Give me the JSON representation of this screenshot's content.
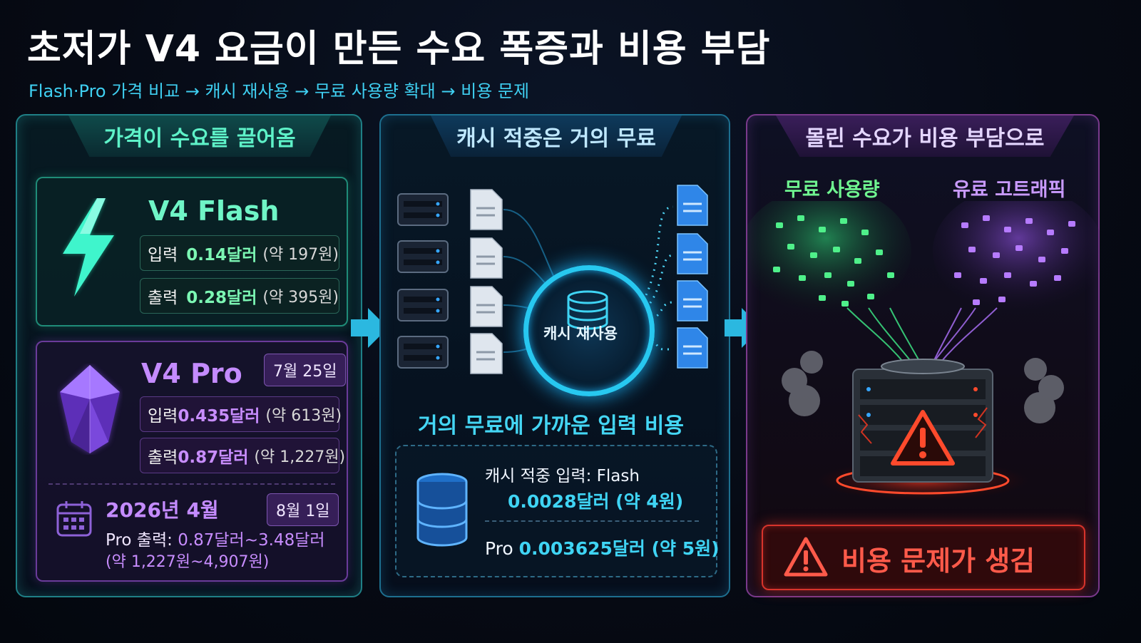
{
  "title": "초저가 V4 요금이 만든 수요 폭증과 비용 부담",
  "subtitle": "Flash·Pro 가격 비교 → 캐시 재사용 → 무료 사용량 확대 → 비용 문제",
  "panel1": {
    "header": "가격이 수요를 끌어옴",
    "flash": {
      "title": "V4 Flash",
      "input_label": "입력",
      "input_price": "0.14달러",
      "input_krw": "(약 197원)",
      "output_label": "출력",
      "output_price": "0.28달러",
      "output_krw": "(약 395원)"
    },
    "pro": {
      "title": "V4 Pro",
      "date1": "7월 25일",
      "input_label": "입력",
      "input_price": "0.435달러",
      "input_krw": "(약 613원)",
      "output_label": "출력",
      "output_price": "0.87달러",
      "output_krw": "(약 1,227원)",
      "date2_label": "2026년 4월",
      "date2": "8월 1일",
      "range_label": "Pro 출력:",
      "range_value": "0.87달러~3.48달러",
      "range_krw": "(약 1,227원~4,907원)"
    }
  },
  "panel2": {
    "header": "캐시 적중은 거의 무료",
    "cache_label": "캐시 재사용",
    "tagline": "거의 무료에 가까운 입력 비용",
    "hit_title": "캐시 적중 입력: Flash",
    "hit_flash": "0.0028달러 (약 4원)",
    "hit_pro_label": "Pro",
    "hit_pro_value": "0.003625달러 (약 5원)"
  },
  "panel3": {
    "header": "몰린 수요가 비용 부담으로",
    "free_label": "무료 사용량",
    "paid_label": "유료 고트래픽",
    "alert": "비용 문제가 생김"
  },
  "colors": {
    "teal": "#6ff5c6",
    "purple": "#c48bff",
    "cyan": "#3fd4f4",
    "red": "#ff5a4a",
    "green": "#6ff590"
  },
  "icons": [
    "lightning-icon",
    "gem-icon",
    "calendar-icon",
    "server-icon",
    "document-icon",
    "database-icon",
    "warning-icon",
    "right-arrow-icon"
  ]
}
